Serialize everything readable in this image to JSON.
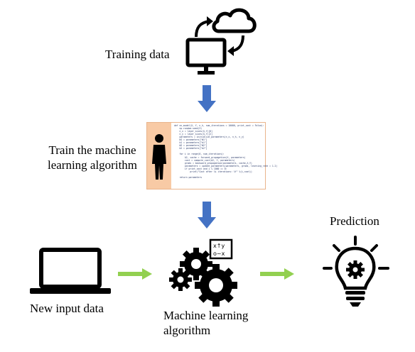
{
  "labels": {
    "training_data": "Training data",
    "train_algorithm": "Train the machine learning algorithm",
    "new_input": "New input data",
    "ml_algorithm": "Machine learning algorithm",
    "prediction": "Prediction"
  },
  "code_lines": [
    "def nn_model(X, Y, n_h, num_iterations = 10000, print_cost = False):",
    "    np.random.seed(3)",
    "    n_x = layer_sizes(X,Y)[0]",
    "    n_y = layer_sizes(X,Y)[2]",
    "    parameters = initialize_parameters(n_x, n_h, n_y)",
    "    W1 = parameters[\"W1\"]",
    "    b1 = parameters[\"b1\"]",
    "    W2 = parameters[\"W2\"]",
    "    b2 = parameters[\"b2\"]",
    "",
    "    for i in range(0, num_iterations):",
    "        A2, cache = forward_propagation(X, parameters)",
    "        cost = compute_cost(A2, Y, parameters)",
    "        grads = backward_propagation(parameters, cache,X,Y)",
    "        parameters = update_parameters(parameters, grads, learning_rate = 1.2)",
    "        if print_cost and i % 1000 == 0:",
    "            print(\"Cost after %i iterations: %f\" %(i,cost))",
    "",
    "    return parameters"
  ],
  "colors": {
    "down_arrow": "#4472c4",
    "right_arrow": "#92d050",
    "code_side": "#f8caa5",
    "icon": "#000000"
  },
  "icons": [
    "computer-cloud-sync-icon",
    "person-icon",
    "laptop-icon",
    "gears-icon",
    "chalkboard-icon",
    "lightbulb-gear-icon"
  ]
}
